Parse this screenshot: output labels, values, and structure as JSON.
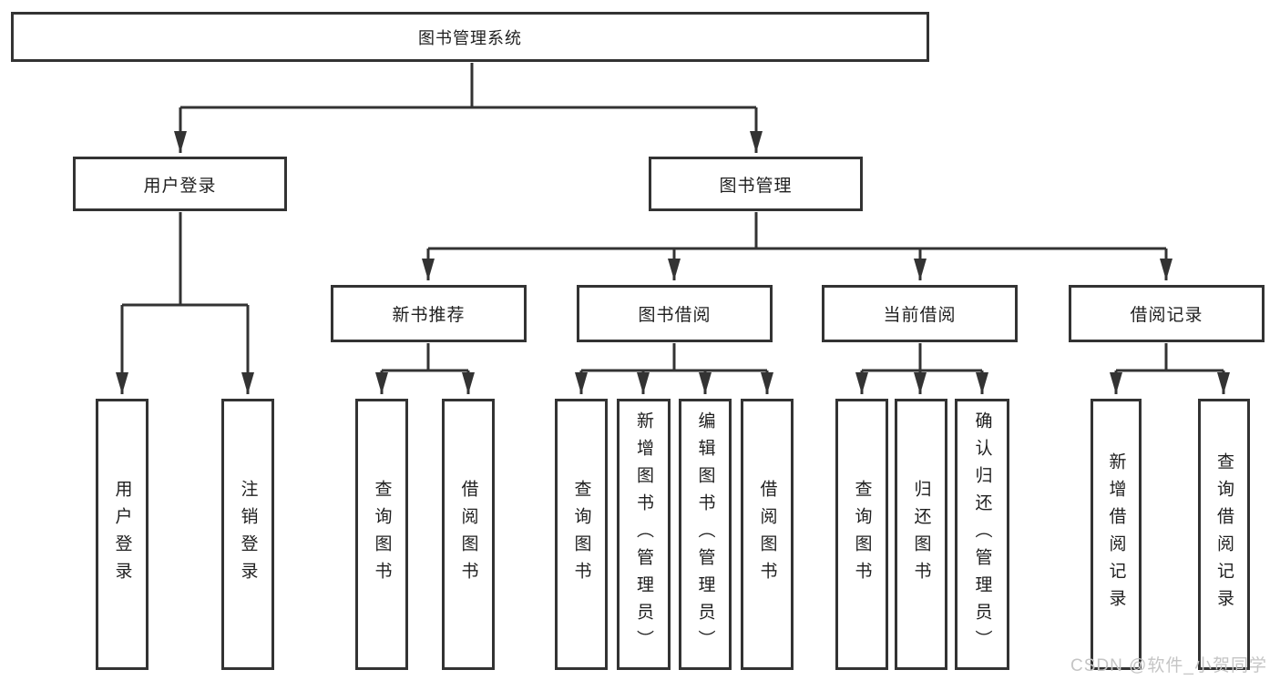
{
  "diagram": {
    "root": {
      "label": "图书管理系统"
    },
    "branches": [
      {
        "label": "用户登录",
        "leaves": [
          {
            "label": "用户登录"
          },
          {
            "label": "注销登录"
          }
        ]
      },
      {
        "label": "图书管理",
        "groups": [
          {
            "label": "新书推荐",
            "leaves": [
              {
                "label": "查询图书"
              },
              {
                "label": "借阅图书"
              }
            ]
          },
          {
            "label": "图书借阅",
            "leaves": [
              {
                "label": "查询图书"
              },
              {
                "label": "新增图书（管理员）"
              },
              {
                "label": "编辑图书（管理员）"
              },
              {
                "label": "借阅图书"
              }
            ]
          },
          {
            "label": "当前借阅",
            "leaves": [
              {
                "label": "查询图书"
              },
              {
                "label": "归还图书"
              },
              {
                "label": "确认归还（管理员）"
              }
            ]
          },
          {
            "label": "借阅记录",
            "leaves": [
              {
                "label": "新增借阅记录"
              },
              {
                "label": "查询借阅记录"
              }
            ]
          }
        ]
      }
    ]
  },
  "watermark": {
    "text": "CSDN @软件_小贺同学"
  },
  "colors": {
    "line": "#333333",
    "text": "#1f1f1f",
    "watermark": "#c5c5c5",
    "background": "#ffffff"
  }
}
